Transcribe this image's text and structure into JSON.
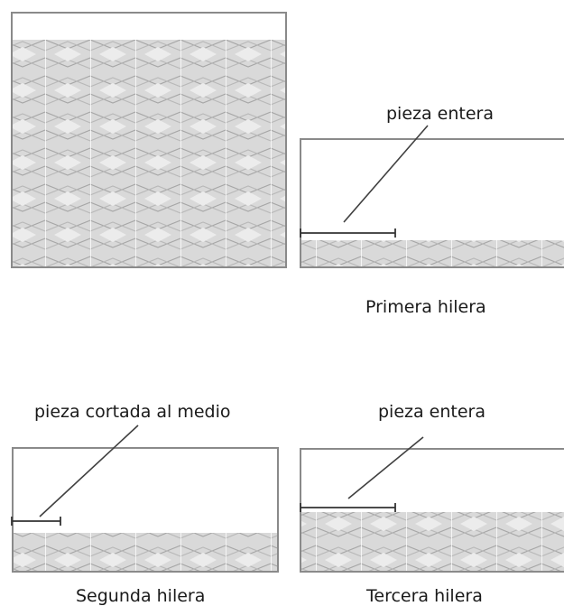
{
  "labels": {
    "primera_hilera": "Primera hilera",
    "segunda_hilera": "Segunda hilera",
    "tercera_hilera": "Tercera hilera",
    "pieza_entera_1": "pieza entera",
    "pieza_cortada": "pieza cortada al medio",
    "pieza_entera_2": "pieza entera"
  }
}
